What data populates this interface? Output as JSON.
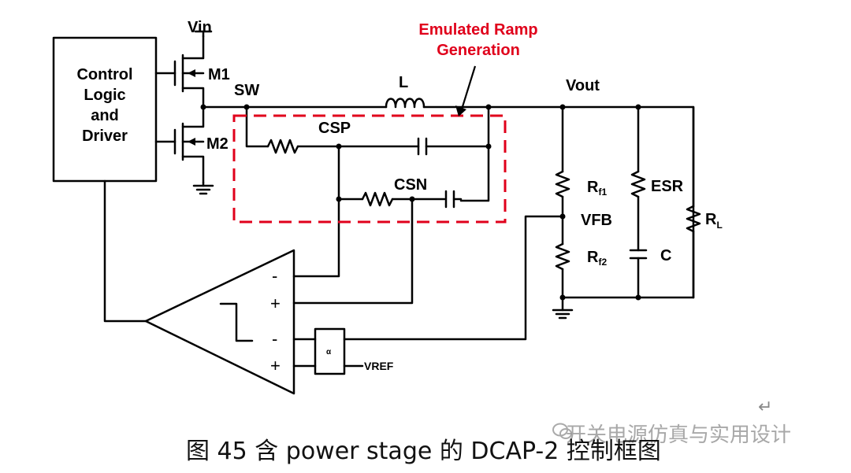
{
  "diagram": {
    "labels": {
      "control_logic": [
        "Control",
        "Logic",
        "and",
        "Driver"
      ],
      "vin": "Vin",
      "m1": "M1",
      "m2": "M2",
      "sw": "SW",
      "inductor": "L",
      "vout": "Vout",
      "emulated_ramp": [
        "Emulated Ramp",
        "Generation"
      ],
      "csp": "CSP",
      "csn": "CSN",
      "rf1_main": "R",
      "rf1_sub": "f1",
      "rf2_main": "R",
      "rf2_sub": "f2",
      "esr": "ESR",
      "vfb": "VFB",
      "c": "C",
      "rl_main": "R",
      "rl_sub": "L",
      "vref": "VREF",
      "alpha": "α",
      "minus": "-",
      "plus": "+"
    },
    "colors": {
      "wire": "#000000",
      "highlight": "#e0001b"
    }
  },
  "caption": "图 45  含 power stage 的 DCAP-2 控制框图",
  "watermark": "开关电源仿真与实用设计",
  "return_glyph": "↵"
}
